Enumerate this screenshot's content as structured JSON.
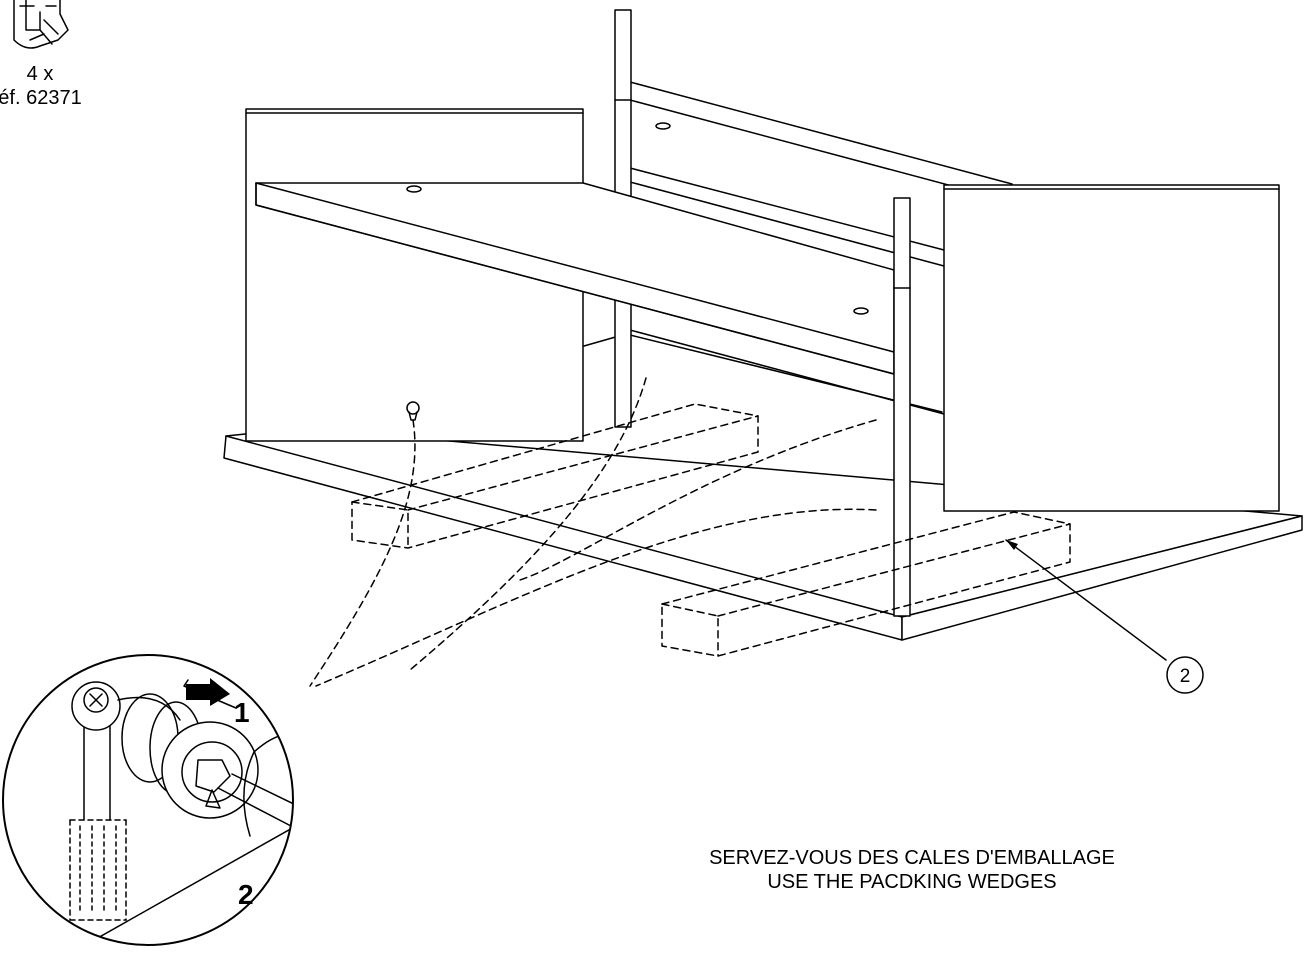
{
  "part_callout": {
    "quantity": "4 x",
    "reference": "éf. 62371",
    "icon": "cam-lock-fitting-icon"
  },
  "detail_inset": {
    "step_1_label": "1",
    "step_2_label": "2",
    "icon": "cam-lock-tighten-icon"
  },
  "item_marker": {
    "number": "2"
  },
  "instruction": {
    "line_fr": "SERVEZ-VOUS DES CALES D'EMBALLAGE",
    "line_en": "USE THE PACDKING WEDGES"
  },
  "colors": {
    "line": "#000000",
    "background": "#ffffff"
  }
}
